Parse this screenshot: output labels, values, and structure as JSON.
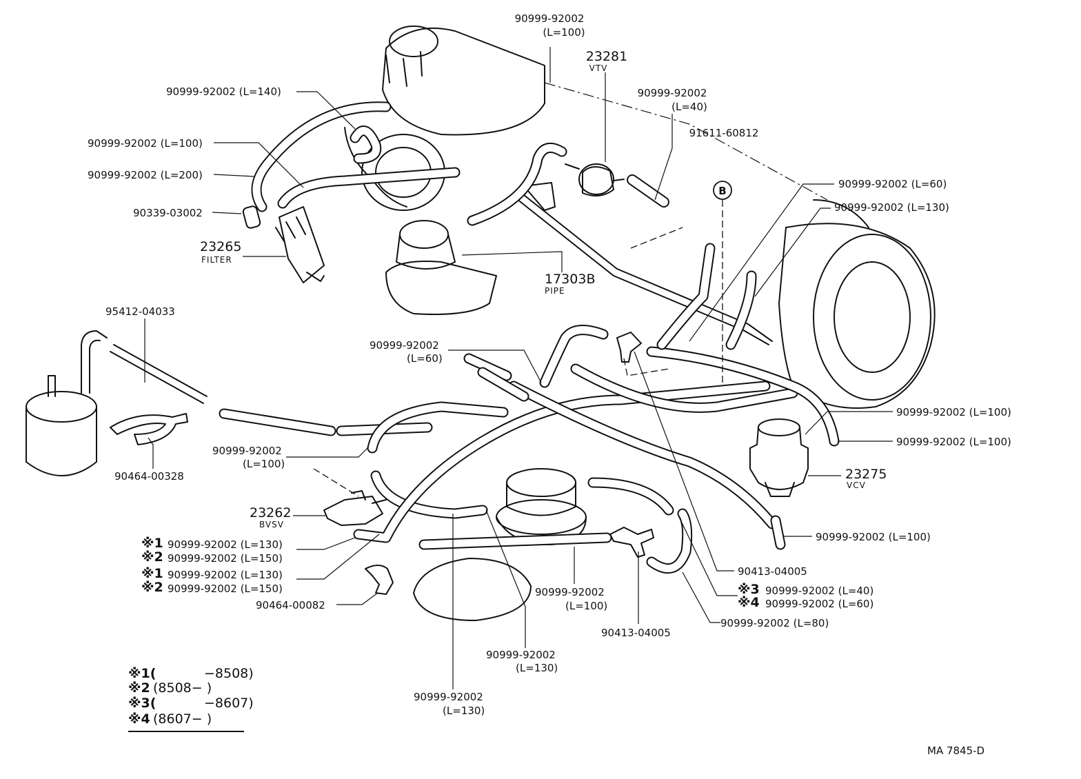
{
  "labels": {
    "hose_top_l100": {
      "part": "90999-92002",
      "len": "(L=100)"
    },
    "vtv": {
      "part": "23281",
      "name": "VTV"
    },
    "hose_l140": "90999-92002 (L=140)",
    "hose_l40_top": {
      "part": "90999-92002",
      "len": "(L=40)"
    },
    "plug_91611": "91611-60812",
    "marker_b": "B",
    "hose_l100_left": "90999-92002 (L=100)",
    "hose_l200": "90999-92002 (L=200)",
    "hose_l60_right": "90999-92002 (L=60)",
    "hose_l130_right": "90999-92002 (L=130)",
    "cap_90339": "90339-03002",
    "filter": {
      "part": "23265",
      "name": "FILTER"
    },
    "pipe": {
      "part": "17303B",
      "name": "PIPE"
    },
    "hose_95412": "95412-04033",
    "hose_l60_mid": {
      "part": "90999-92002",
      "len": "(L=60)"
    },
    "hose_l100_r1": "90999-92002 (L=100)",
    "hose_l100_r2": "90999-92002 (L=100)",
    "vcv": {
      "part": "23275",
      "name": "VCV"
    },
    "clamp_90464_00328": "90464-00328",
    "hose_l100_lowleft": {
      "part": "90999-92002",
      "len": "(L=100)"
    },
    "bvsv": {
      "part": "23262",
      "name": "BVSV"
    },
    "hose_l100_r3": "90999-92002 (L=100)",
    "note1a": {
      "mark": "※1",
      "text": "90999-92002 (L=130)"
    },
    "note2a": {
      "mark": "※2",
      "text": "90999-92002 (L=150)"
    },
    "note1b": {
      "mark": "※1",
      "text": "90999-92002 (L=130)"
    },
    "note2b": {
      "mark": "※2",
      "text": "90999-92002 (L=150)"
    },
    "clamp_90464_00082": "90464-00082",
    "tee_90413_right": "90413-04005",
    "note3": {
      "mark": "※3",
      "text": "90999-92002 (L=40)"
    },
    "note4": {
      "mark": "※4",
      "text": "90999-92002 (L=60)"
    },
    "hose_l100_bottom": {
      "part": "90999-92002",
      "len": "(L=100)"
    },
    "tee_90413_bottom": "90413-04005",
    "hose_l80": "90999-92002 (L=80)",
    "hose_l130_bottom1": {
      "part": "90999-92002",
      "len": "(L=130)"
    },
    "hose_l130_bottom2": {
      "part": "90999-92002",
      "len": "(L=130)"
    }
  },
  "legend": [
    {
      "mark": "※1(",
      "text": "−8508)"
    },
    {
      "mark": "※2",
      "text": "(8508−      )"
    },
    {
      "mark": "※3(",
      "text": "−8607)"
    },
    {
      "mark": "※4",
      "text": "(8607−      )"
    }
  ],
  "footer": {
    "code": "MA  7845-D"
  }
}
